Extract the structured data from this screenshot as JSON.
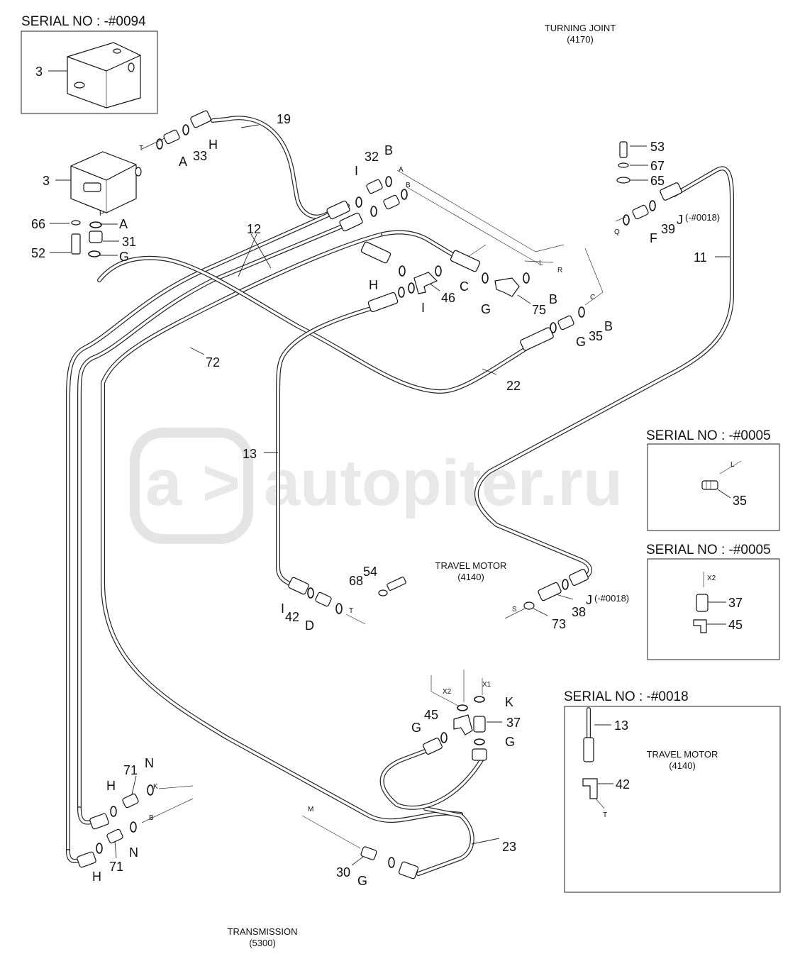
{
  "serial_boxes": [
    {
      "title": "SERIAL NO : -#0094",
      "parts": [
        "3"
      ]
    },
    {
      "title": "SERIAL NO : -#0005",
      "parts": [
        "35"
      ],
      "ports": [
        "L"
      ]
    },
    {
      "title": "SERIAL NO : -#0005",
      "parts": [
        "37",
        "45"
      ],
      "ports": [
        "X2"
      ]
    },
    {
      "title": "SERIAL NO : -#0018",
      "parts": [
        "13",
        "42"
      ],
      "ports": [
        "T"
      ],
      "component": {
        "name": "TRAVEL MOTOR",
        "code": "(4140)"
      }
    }
  ],
  "components": {
    "turning_joint": {
      "name": "TURNING JOINT",
      "code": "(4170)"
    },
    "travel_motor": {
      "name": "TRAVEL MOTOR",
      "code": "(4140)"
    },
    "transmission": {
      "name": "TRANSMISSION",
      "code": "(5300)"
    }
  },
  "watermark": "autopiter.ru",
  "callouts": {
    "p3": "3",
    "p19": "19",
    "p33": "33",
    "p32": "32",
    "p53": "53",
    "p67": "67",
    "p65": "65",
    "p66": "66",
    "p31": "31",
    "p52": "52",
    "p12": "12",
    "p39": "39",
    "p11": "11",
    "p46": "46",
    "p75": "75",
    "p35": "35",
    "p72": "72",
    "p22": "22",
    "p13": "13",
    "p54": "54",
    "p68": "68",
    "p42": "42",
    "p38": "38",
    "p73": "73",
    "p45": "45",
    "p37": "37",
    "p71a": "71",
    "p71b": "71",
    "p23": "23",
    "p30": "30"
  },
  "letters": {
    "A1": "A",
    "H1": "H",
    "A2": "A",
    "G1": "G",
    "B1": "B",
    "I1": "I",
    "J1": "J",
    "F1": "F",
    "H2": "H",
    "C1": "C",
    "G2": "G",
    "B2": "B",
    "I2": "I",
    "B3": "B",
    "G3": "G",
    "J2": "J",
    "I3": "I",
    "D1": "D",
    "K1": "K",
    "G4": "G",
    "G5": "G",
    "N1": "N",
    "H3": "H",
    "N2": "N",
    "H4": "H",
    "G6": "G"
  },
  "notes": {
    "j1": "(-#0018)",
    "j2": "(-#0018)"
  },
  "ports": {
    "T1": "T",
    "P1": "P",
    "A3": "A",
    "B4": "B",
    "Q1": "Q",
    "L1": "L",
    "R1": "R",
    "C2": "C",
    "T2": "T",
    "S1": "S",
    "X2a": "X2",
    "X1a": "X1",
    "Ka": "K",
    "Ba": "B",
    "M1": "M"
  }
}
